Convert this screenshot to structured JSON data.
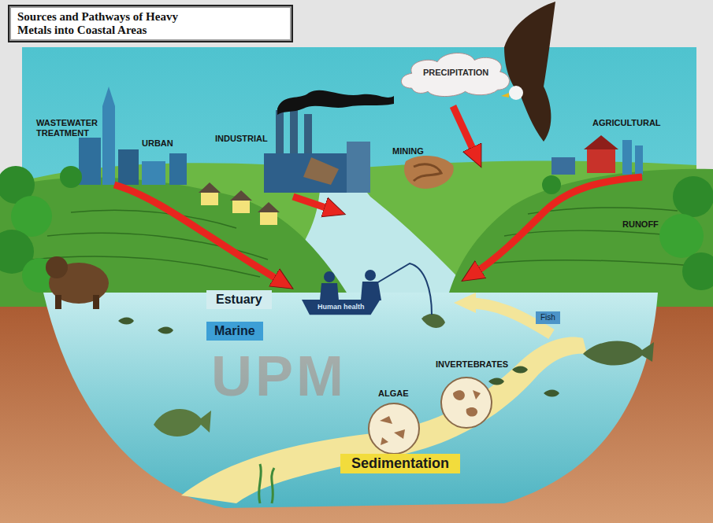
{
  "diagram": {
    "title": "Sources and Pathways of Heavy Metals into Coastal Areas",
    "nodes": [
      {
        "text": [
          "PRECIPITATION"
        ]
      },
      {
        "text": [
          "Estuary"
        ]
      },
      {
        "text": [
          "Human health"
        ]
      },
      {
        "text": [
          "Fish"
        ]
      },
      {
        "text": [
          "Marine"
        ]
      },
      {
        "text": [
          "Sedimentation"
        ]
      }
    ],
    "labels": [
      "WASTEWATER TREATMENT",
      "URBAN",
      "INDUSTRIAL",
      "MINING",
      "AGRICULTURAL",
      "RUNOFF",
      "INVERTEBRATES",
      "ALGAE",
      "UPM"
    ]
  }
}
